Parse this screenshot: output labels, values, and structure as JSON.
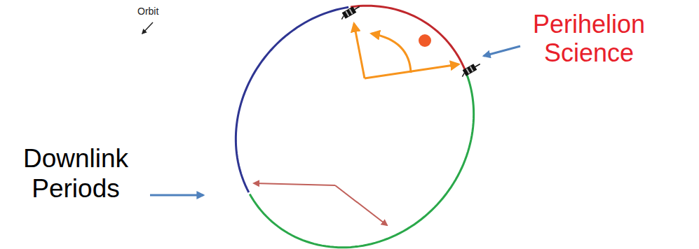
{
  "diagram": {
    "labels": [
      "Orbit",
      "Perihelion Science",
      "Downlink Periods"
    ]
  }
}
